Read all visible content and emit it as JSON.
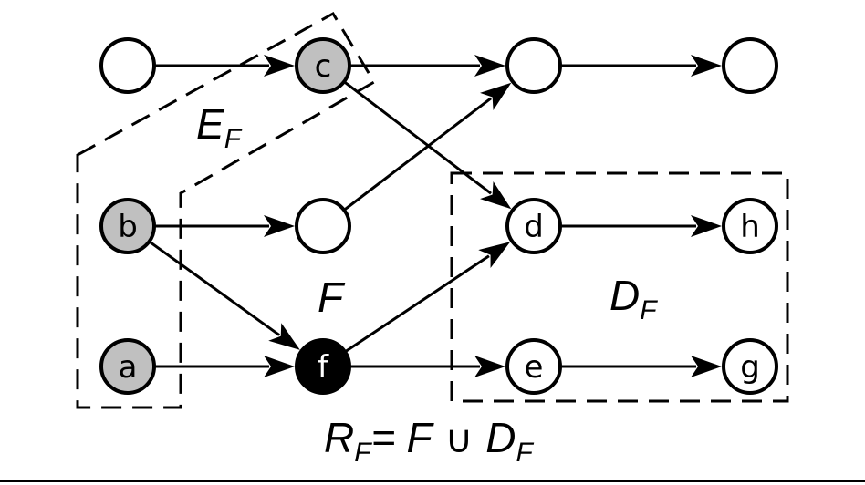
{
  "colors": {
    "stroke": "#000000",
    "node_white": "#ffffff",
    "node_gray": "#c0c0c0",
    "node_black": "#000000",
    "label_dark": "#000000",
    "label_light": "#ffffff"
  },
  "nodes": [
    {
      "id": "n1",
      "label": "",
      "fill": "white"
    },
    {
      "id": "c",
      "label": "c",
      "fill": "gray"
    },
    {
      "id": "n3",
      "label": "",
      "fill": "white"
    },
    {
      "id": "n4",
      "label": "",
      "fill": "white"
    },
    {
      "id": "b",
      "label": "b",
      "fill": "gray"
    },
    {
      "id": "n6",
      "label": "",
      "fill": "white"
    },
    {
      "id": "d",
      "label": "d",
      "fill": "white"
    },
    {
      "id": "h",
      "label": "h",
      "fill": "white"
    },
    {
      "id": "a",
      "label": "a",
      "fill": "gray"
    },
    {
      "id": "f",
      "label": "f",
      "fill": "black"
    },
    {
      "id": "e",
      "label": "e",
      "fill": "white"
    },
    {
      "id": "g",
      "label": "g",
      "fill": "white"
    }
  ],
  "edges": [
    {
      "from": "n1",
      "to": "c"
    },
    {
      "from": "c",
      "to": "n3"
    },
    {
      "from": "n3",
      "to": "n4"
    },
    {
      "from": "c",
      "to": "d"
    },
    {
      "from": "b",
      "to": "n6"
    },
    {
      "from": "b",
      "to": "f"
    },
    {
      "from": "n6",
      "to": "n3"
    },
    {
      "from": "a",
      "to": "f"
    },
    {
      "from": "f",
      "to": "d"
    },
    {
      "from": "f",
      "to": "e"
    },
    {
      "from": "d",
      "to": "h"
    },
    {
      "from": "e",
      "to": "g"
    }
  ],
  "regions": {
    "ef": {
      "main": "E",
      "sub": "F"
    },
    "f": {
      "main": "F"
    },
    "df": {
      "main": "D",
      "sub": "F"
    }
  },
  "formula": {
    "lhs_main": "R",
    "lhs_sub": "F",
    "equals": "=",
    "term1": "F",
    "union": "∪",
    "term2_main": "D",
    "term2_sub": "F"
  }
}
